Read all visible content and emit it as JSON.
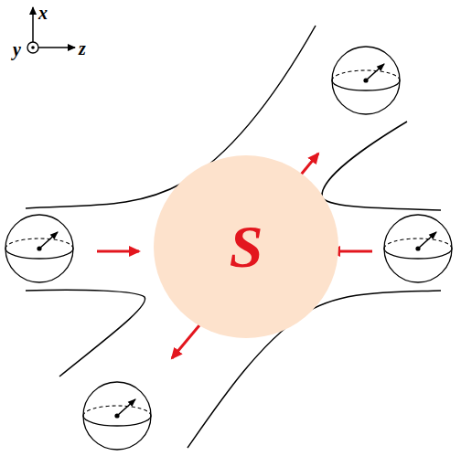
{
  "diagram": {
    "nodes": [
      {
        "text": [
          "S"
        ]
      }
    ],
    "labels": [
      "x",
      "y",
      "z"
    ]
  }
}
